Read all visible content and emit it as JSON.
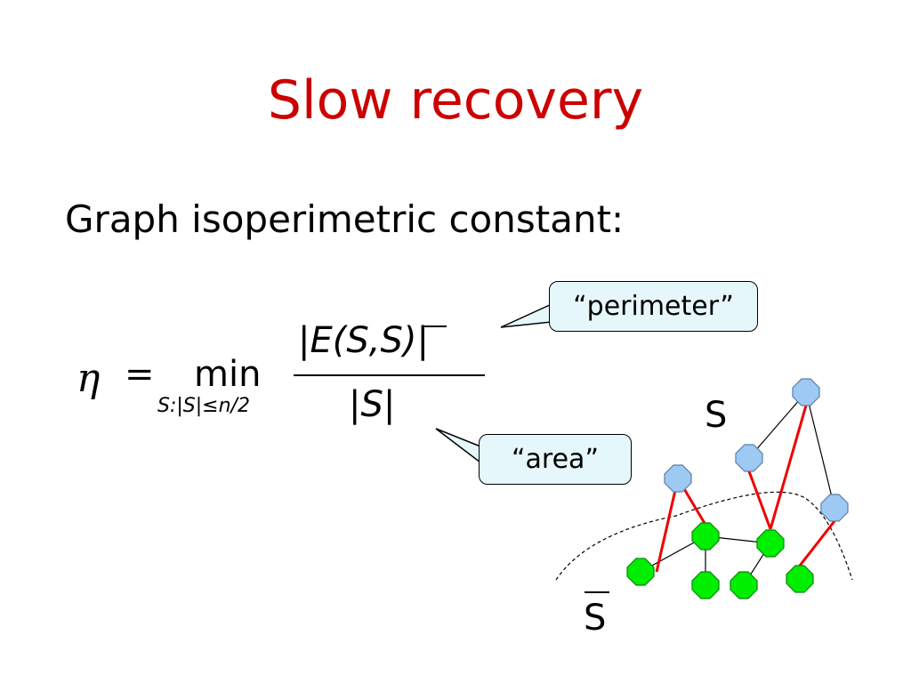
{
  "title": "Slow recovery",
  "subtitle": "Graph isoperimetric constant:",
  "formula": {
    "eta": "η",
    "equals": "=",
    "min": "min",
    "min_subscript": "S:|S|≤n/2",
    "numerator": "|E(S,S)|",
    "denominator": "|S|"
  },
  "callouts": {
    "perimeter": "“perimeter”",
    "area": "“area”"
  },
  "labels": {
    "set_s": "S",
    "set_s_bar": "S"
  },
  "colors": {
    "title": "#cc0000",
    "node_blue": "#9ec9f3",
    "node_green": "#00ee00",
    "cut_edge": "#ee0000",
    "callout_fill": "#e6f7fb"
  }
}
